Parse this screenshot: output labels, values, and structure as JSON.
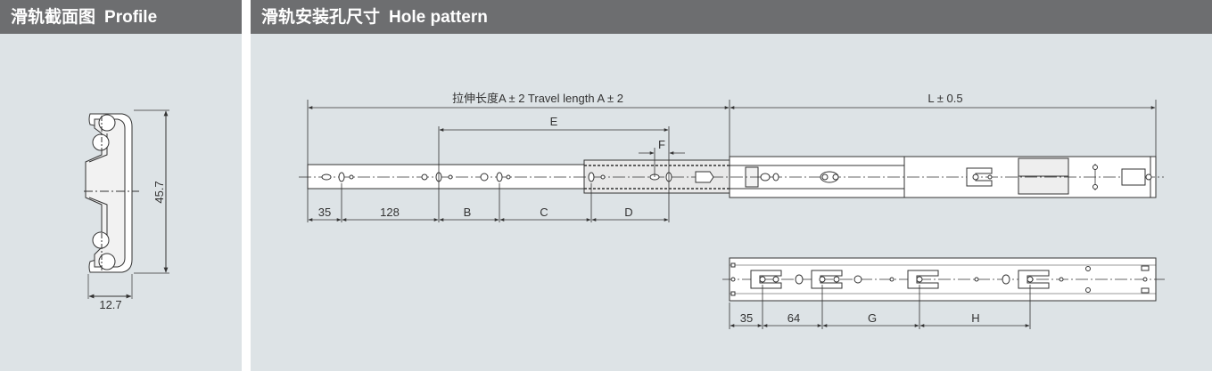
{
  "profile": {
    "header_zh": "滑轨截面图",
    "header_en": "Profile",
    "height_dim": "45.7",
    "width_dim": "12.7"
  },
  "hole_pattern": {
    "header_zh": "滑轨安装孔尺寸",
    "header_en": "Hole pattern",
    "travel_label": "拉伸长度A ± 2  Travel length A ± 2",
    "length_label": "L ± 0.5",
    "dim_E": "E",
    "dim_F": "F",
    "top_dims": [
      "35",
      "128",
      "B",
      "C",
      "D"
    ],
    "bottom_dims": [
      "35",
      "64",
      "G",
      "H"
    ]
  }
}
